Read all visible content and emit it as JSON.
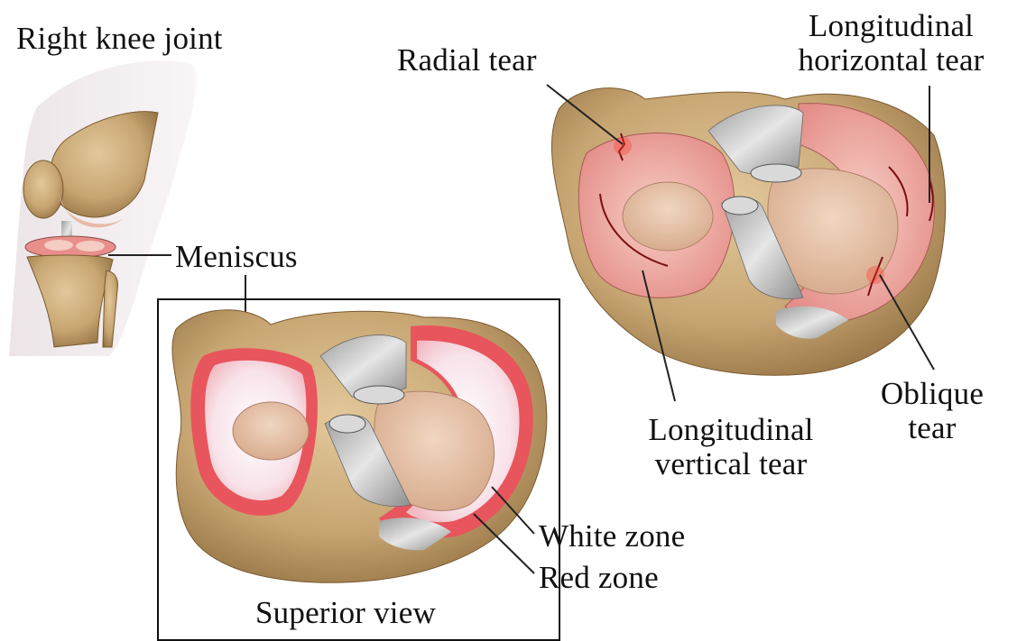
{
  "labels": {
    "right_knee_joint": "Right knee joint",
    "meniscus": "Meniscus",
    "superior_view": "Superior view",
    "white_zone": "White zone",
    "red_zone": "Red zone",
    "radial_tear": "Radial tear",
    "longitudinal_horizontal_tear": {
      "line1": "Longitudinal",
      "line2": "horizontal tear"
    },
    "longitudinal_vertical_tear": {
      "line1": "Longitudinal",
      "line2": "vertical tear"
    },
    "oblique_tear": {
      "line1": "Oblique",
      "line2": "tear"
    }
  },
  "colors": {
    "bone": "#c7a878",
    "bone_shadow": "#8a6a3e",
    "cartilage": "#e6c2a6",
    "red_zone": "#e8555c",
    "white_zone": "#fbe9ee",
    "meniscus_pink": "#f0a6a1",
    "ligament": "#cfcfcf"
  }
}
